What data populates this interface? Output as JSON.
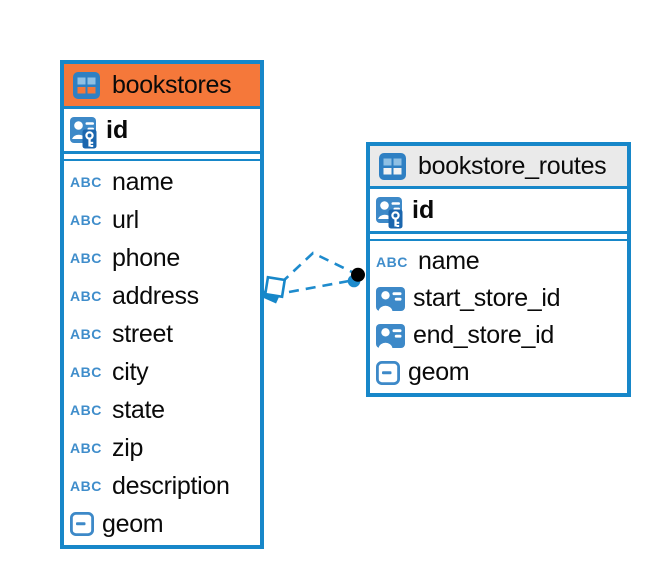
{
  "tables": [
    {
      "title": "bookstores",
      "header_color": "#f5783a",
      "primary_key": {
        "label": "id",
        "icon": "primary-key-icon"
      },
      "columns": [
        {
          "label": "name",
          "icon": "text-type-icon"
        },
        {
          "label": "url",
          "icon": "text-type-icon"
        },
        {
          "label": "phone",
          "icon": "text-type-icon"
        },
        {
          "label": "address",
          "icon": "text-type-icon"
        },
        {
          "label": "street",
          "icon": "text-type-icon"
        },
        {
          "label": "city",
          "icon": "text-type-icon"
        },
        {
          "label": "state",
          "icon": "text-type-icon"
        },
        {
          "label": "zip",
          "icon": "text-type-icon"
        },
        {
          "label": "description",
          "icon": "text-type-icon"
        },
        {
          "label": "geom",
          "icon": "geometry-type-icon"
        }
      ]
    },
    {
      "title": "bookstore_routes",
      "header_color": "#eaeaea",
      "primary_key": {
        "label": "id",
        "icon": "primary-key-icon"
      },
      "columns": [
        {
          "label": "name",
          "icon": "text-type-icon"
        },
        {
          "label": "start_store_id",
          "icon": "reference-type-icon"
        },
        {
          "label": "end_store_id",
          "icon": "reference-type-icon"
        },
        {
          "label": "geom",
          "icon": "geometry-type-icon"
        }
      ]
    }
  ],
  "relationship": {
    "from_table": "bookstores",
    "to_table": "bookstore_routes",
    "style": "dashed",
    "line_count": 2
  },
  "icons": {
    "text_type_label": "ABC"
  },
  "colors": {
    "accent_blue": "#1787c9",
    "icon_blue": "#3d89c8",
    "icon_blue_light": "#8fc0e4",
    "key_badge_blue": "#1b66ae",
    "orange_header": "#f5783a",
    "gray_header": "#eaeaea",
    "relationship_line": "#1e8bcd",
    "relationship_dot": "#000000"
  }
}
